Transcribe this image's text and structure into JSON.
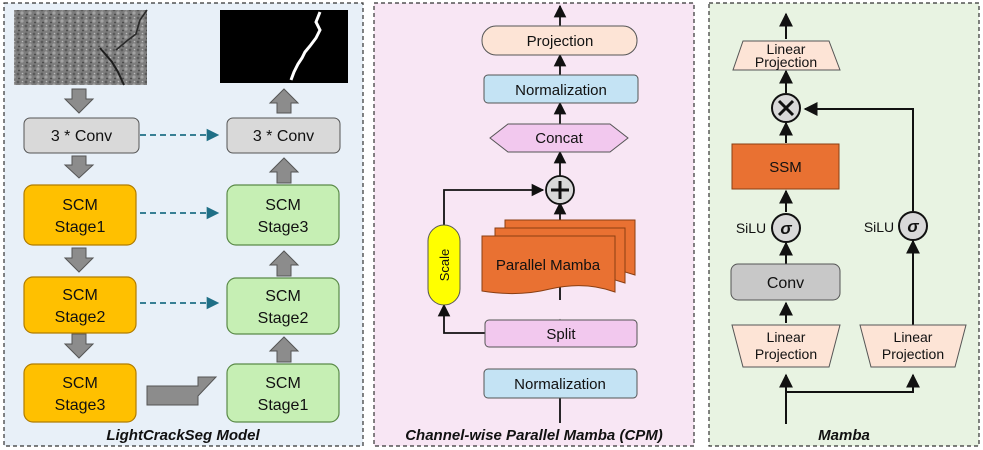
{
  "panels": {
    "left": {
      "caption": "LightCrackSeg Model",
      "encoder_conv": "3 * Conv",
      "decoder_conv": "3 * Conv",
      "encoder_stages": [
        {
          "line1": "SCM",
          "line2": "Stage1"
        },
        {
          "line1": "SCM",
          "line2": "Stage2"
        },
        {
          "line1": "SCM",
          "line2": "Stage3"
        }
      ],
      "decoder_stages": [
        {
          "line1": "SCM",
          "line2": "Stage3"
        },
        {
          "line1": "SCM",
          "line2": "Stage2"
        },
        {
          "line1": "SCM",
          "line2": "Stage1"
        }
      ]
    },
    "middle": {
      "caption": "Channel-wise Parallel Mamba (CPM)",
      "projection": "Projection",
      "normalization_top": "Normalization",
      "concat": "Concat",
      "scale": "Scale",
      "parallel_mamba": "Parallel Mamba",
      "split": "Split",
      "normalization_bottom": "Normalization"
    },
    "right": {
      "caption": "Mamba",
      "linear_projection_top": {
        "line1": "Linear",
        "line2": "Projection"
      },
      "ssm": "SSM",
      "silu_left": "SiLU",
      "silu_right": "SiLU",
      "sigma": "σ",
      "conv": "Conv",
      "linear_projection_left": {
        "line1": "Linear",
        "line2": "Projection"
      },
      "linear_projection_right": {
        "line1": "Linear",
        "line2": "Projection"
      }
    }
  },
  "colors": {
    "left_panel_bg": "#e8f0f8",
    "middle_panel_bg": "#f8e6f4",
    "right_panel_bg": "#e8f3e2",
    "orange_stage": "#ffc000",
    "green_stage": "#c6efb4",
    "gray_block": "#d9d9d9",
    "ssm_orange": "#e97132",
    "blue_norm": "#c4e3f4",
    "pink_block": "#f2c8ee",
    "peach_block": "#fde4d6",
    "scale_yellow": "#ffff00",
    "arrow_gray": "#8c8c8c",
    "dashed_teal": "#1f6f86"
  }
}
